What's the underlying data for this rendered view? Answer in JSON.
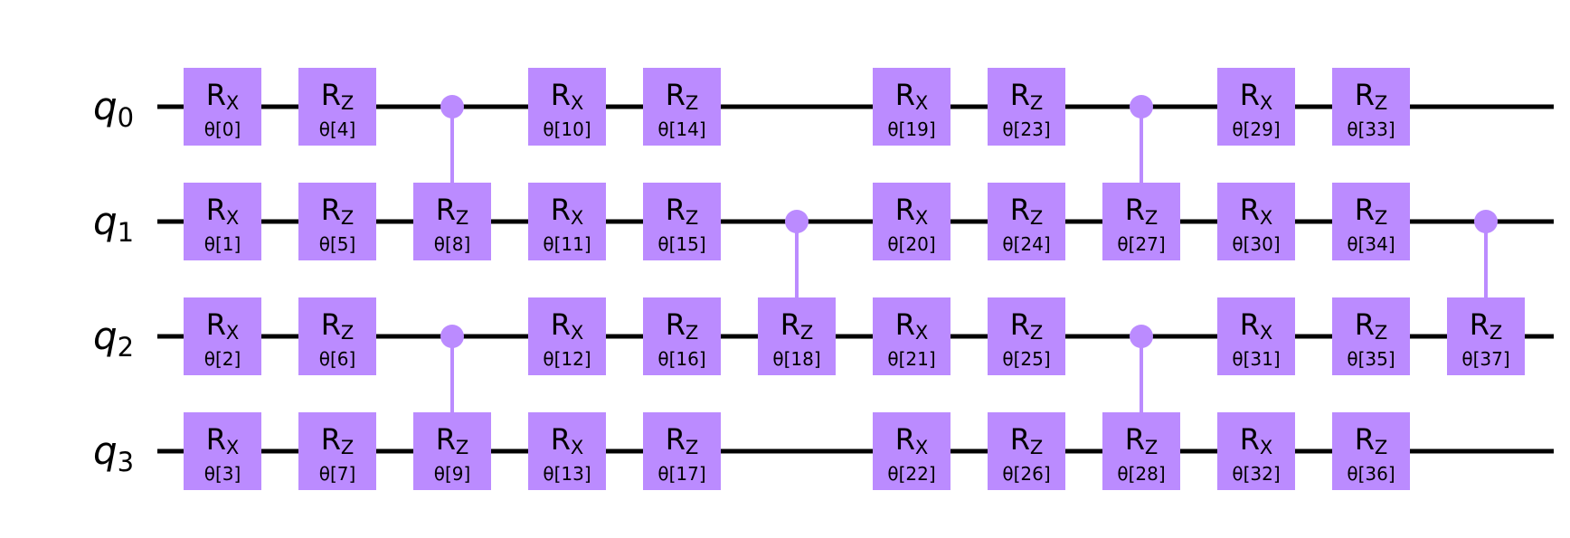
{
  "colors": {
    "gate": "#bb8bff",
    "wire": "#000000",
    "text": "#000000"
  },
  "qubits": [
    {
      "name": "q",
      "index": "0"
    },
    {
      "name": "q",
      "index": "1"
    },
    {
      "name": "q",
      "index": "2"
    },
    {
      "name": "q",
      "index": "3"
    }
  ],
  "columns": [
    {
      "ops": [
        {
          "kind": "gate",
          "qubit": 0,
          "base": "R",
          "sub": "X",
          "param": "θ[0]"
        },
        {
          "kind": "gate",
          "qubit": 1,
          "base": "R",
          "sub": "X",
          "param": "θ[1]"
        },
        {
          "kind": "gate",
          "qubit": 2,
          "base": "R",
          "sub": "X",
          "param": "θ[2]"
        },
        {
          "kind": "gate",
          "qubit": 3,
          "base": "R",
          "sub": "X",
          "param": "θ[3]"
        }
      ]
    },
    {
      "ops": [
        {
          "kind": "gate",
          "qubit": 0,
          "base": "R",
          "sub": "Z",
          "param": "θ[4]"
        },
        {
          "kind": "gate",
          "qubit": 1,
          "base": "R",
          "sub": "Z",
          "param": "θ[5]"
        },
        {
          "kind": "gate",
          "qubit": 2,
          "base": "R",
          "sub": "Z",
          "param": "θ[6]"
        },
        {
          "kind": "gate",
          "qubit": 3,
          "base": "R",
          "sub": "Z",
          "param": "θ[7]"
        }
      ]
    },
    {
      "ops": [
        {
          "kind": "controlled",
          "control": 0,
          "target": 1,
          "base": "R",
          "sub": "Z",
          "param": "θ[8]"
        },
        {
          "kind": "controlled",
          "control": 2,
          "target": 3,
          "base": "R",
          "sub": "Z",
          "param": "θ[9]"
        }
      ]
    },
    {
      "ops": [
        {
          "kind": "gate",
          "qubit": 0,
          "base": "R",
          "sub": "X",
          "param": "θ[10]"
        },
        {
          "kind": "gate",
          "qubit": 1,
          "base": "R",
          "sub": "X",
          "param": "θ[11]"
        },
        {
          "kind": "gate",
          "qubit": 2,
          "base": "R",
          "sub": "X",
          "param": "θ[12]"
        },
        {
          "kind": "gate",
          "qubit": 3,
          "base": "R",
          "sub": "X",
          "param": "θ[13]"
        }
      ]
    },
    {
      "ops": [
        {
          "kind": "gate",
          "qubit": 0,
          "base": "R",
          "sub": "Z",
          "param": "θ[14]"
        },
        {
          "kind": "gate",
          "qubit": 1,
          "base": "R",
          "sub": "Z",
          "param": "θ[15]"
        },
        {
          "kind": "gate",
          "qubit": 2,
          "base": "R",
          "sub": "Z",
          "param": "θ[16]"
        },
        {
          "kind": "gate",
          "qubit": 3,
          "base": "R",
          "sub": "Z",
          "param": "θ[17]"
        }
      ]
    },
    {
      "ops": [
        {
          "kind": "controlled",
          "control": 1,
          "target": 2,
          "base": "R",
          "sub": "Z",
          "param": "θ[18]"
        }
      ]
    },
    {
      "ops": [
        {
          "kind": "gate",
          "qubit": 0,
          "base": "R",
          "sub": "X",
          "param": "θ[19]"
        },
        {
          "kind": "gate",
          "qubit": 1,
          "base": "R",
          "sub": "X",
          "param": "θ[20]"
        },
        {
          "kind": "gate",
          "qubit": 2,
          "base": "R",
          "sub": "X",
          "param": "θ[21]"
        },
        {
          "kind": "gate",
          "qubit": 3,
          "base": "R",
          "sub": "X",
          "param": "θ[22]"
        }
      ]
    },
    {
      "ops": [
        {
          "kind": "gate",
          "qubit": 0,
          "base": "R",
          "sub": "Z",
          "param": "θ[23]"
        },
        {
          "kind": "gate",
          "qubit": 1,
          "base": "R",
          "sub": "Z",
          "param": "θ[24]"
        },
        {
          "kind": "gate",
          "qubit": 2,
          "base": "R",
          "sub": "Z",
          "param": "θ[25]"
        },
        {
          "kind": "gate",
          "qubit": 3,
          "base": "R",
          "sub": "Z",
          "param": "θ[26]"
        }
      ]
    },
    {
      "ops": [
        {
          "kind": "controlled",
          "control": 0,
          "target": 1,
          "base": "R",
          "sub": "Z",
          "param": "θ[27]"
        },
        {
          "kind": "controlled",
          "control": 2,
          "target": 3,
          "base": "R",
          "sub": "Z",
          "param": "θ[28]"
        }
      ]
    },
    {
      "ops": [
        {
          "kind": "gate",
          "qubit": 0,
          "base": "R",
          "sub": "X",
          "param": "θ[29]"
        },
        {
          "kind": "gate",
          "qubit": 1,
          "base": "R",
          "sub": "X",
          "param": "θ[30]"
        },
        {
          "kind": "gate",
          "qubit": 2,
          "base": "R",
          "sub": "X",
          "param": "θ[31]"
        },
        {
          "kind": "gate",
          "qubit": 3,
          "base": "R",
          "sub": "X",
          "param": "θ[32]"
        }
      ]
    },
    {
      "ops": [
        {
          "kind": "gate",
          "qubit": 0,
          "base": "R",
          "sub": "Z",
          "param": "θ[33]"
        },
        {
          "kind": "gate",
          "qubit": 1,
          "base": "R",
          "sub": "Z",
          "param": "θ[34]"
        },
        {
          "kind": "gate",
          "qubit": 2,
          "base": "R",
          "sub": "Z",
          "param": "θ[35]"
        },
        {
          "kind": "gate",
          "qubit": 3,
          "base": "R",
          "sub": "Z",
          "param": "θ[36]"
        }
      ]
    },
    {
      "ops": [
        {
          "kind": "controlled",
          "control": 1,
          "target": 2,
          "base": "R",
          "sub": "Z",
          "param": "θ[37]"
        }
      ]
    }
  ]
}
